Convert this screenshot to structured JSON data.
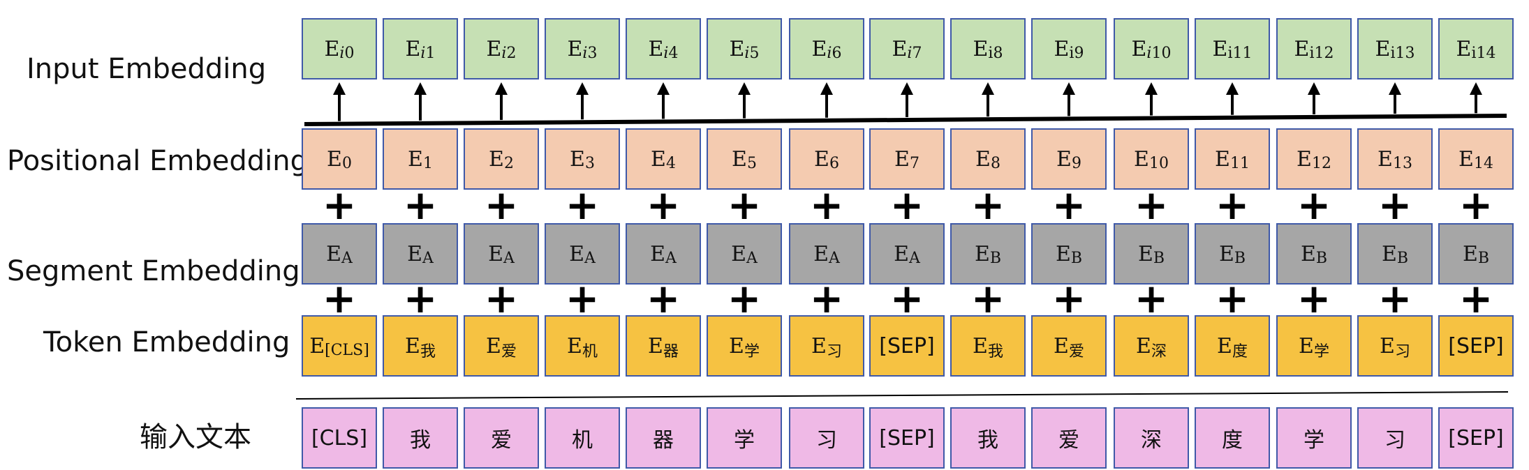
{
  "rows": {
    "input_embedding": {
      "label": "Input Embedding",
      "fill": "#c6e0b4",
      "cells": [
        {
          "base": "E",
          "sub": "i0",
          "italic_i": true
        },
        {
          "base": "E",
          "sub": "i1",
          "italic_i": true
        },
        {
          "base": "E",
          "sub": "i2",
          "italic_i": true
        },
        {
          "base": "E",
          "sub": "i3",
          "italic_i": true
        },
        {
          "base": "E",
          "sub": "i4",
          "italic_i": true
        },
        {
          "base": "E",
          "sub": "i5",
          "italic_i": true
        },
        {
          "base": "E",
          "sub": "i6",
          "italic_i": true
        },
        {
          "base": "E",
          "sub": "i7",
          "italic_i": true
        },
        {
          "base": "E",
          "sub": "i8",
          "italic_i": false
        },
        {
          "base": "E",
          "sub": "i9",
          "italic_i": false
        },
        {
          "base": "E",
          "sub": "i10",
          "italic_i": true
        },
        {
          "base": "E",
          "sub": "i11",
          "italic_i": false
        },
        {
          "base": "E",
          "sub": "i12",
          "italic_i": false
        },
        {
          "base": "E",
          "sub": "i13",
          "italic_i": false
        },
        {
          "base": "E",
          "sub": "i14",
          "italic_i": false
        }
      ]
    },
    "positional_embedding": {
      "label": "Positional Embedding",
      "fill": "#f4cbb0",
      "cells": [
        {
          "base": "E",
          "sub": "0"
        },
        {
          "base": "E",
          "sub": "1"
        },
        {
          "base": "E",
          "sub": "2"
        },
        {
          "base": "E",
          "sub": "3"
        },
        {
          "base": "E",
          "sub": "4"
        },
        {
          "base": "E",
          "sub": "5"
        },
        {
          "base": "E",
          "sub": "6"
        },
        {
          "base": "E",
          "sub": "7"
        },
        {
          "base": "E",
          "sub": "8"
        },
        {
          "base": "E",
          "sub": "9"
        },
        {
          "base": "E",
          "sub": "10"
        },
        {
          "base": "E",
          "sub": "11"
        },
        {
          "base": "E",
          "sub": "12"
        },
        {
          "base": "E",
          "sub": "13"
        },
        {
          "base": "E",
          "sub": "14"
        }
      ]
    },
    "segment_embedding": {
      "label": "Segment Embedding",
      "fill": "#a6a6a6",
      "cells": [
        {
          "base": "E",
          "sub": "A"
        },
        {
          "base": "E",
          "sub": "A"
        },
        {
          "base": "E",
          "sub": "A"
        },
        {
          "base": "E",
          "sub": "A"
        },
        {
          "base": "E",
          "sub": "A"
        },
        {
          "base": "E",
          "sub": "A"
        },
        {
          "base": "E",
          "sub": "A"
        },
        {
          "base": "E",
          "sub": "A"
        },
        {
          "base": "E",
          "sub": "B"
        },
        {
          "base": "E",
          "sub": "B"
        },
        {
          "base": "E",
          "sub": "B"
        },
        {
          "base": "E",
          "sub": "B"
        },
        {
          "base": "E",
          "sub": "B"
        },
        {
          "base": "E",
          "sub": "B"
        },
        {
          "base": "E",
          "sub": "B"
        }
      ]
    },
    "token_embedding": {
      "label": "Token Embedding",
      "fill": "#f6c242",
      "cells": [
        {
          "base": "E",
          "sub": "[CLS]"
        },
        {
          "base": "E",
          "sub": "我"
        },
        {
          "base": "E",
          "sub": "爱"
        },
        {
          "base": "E",
          "sub": "机"
        },
        {
          "base": "E",
          "sub": "器"
        },
        {
          "base": "E",
          "sub": "学"
        },
        {
          "base": "E",
          "sub": "习"
        },
        {
          "base": "[SEP]",
          "sub": ""
        },
        {
          "base": "E",
          "sub": "我"
        },
        {
          "base": "E",
          "sub": "爱"
        },
        {
          "base": "E",
          "sub": "深"
        },
        {
          "base": "E",
          "sub": "度"
        },
        {
          "base": "E",
          "sub": "学"
        },
        {
          "base": "E",
          "sub": "习"
        },
        {
          "base": "[SEP]",
          "sub": ""
        }
      ]
    },
    "input_text": {
      "label": "输入文本",
      "fill": "#efb9e6",
      "cells": [
        {
          "base": "[CLS]",
          "sub": ""
        },
        {
          "base": "我",
          "sub": ""
        },
        {
          "base": "爱",
          "sub": ""
        },
        {
          "base": "机",
          "sub": ""
        },
        {
          "base": "器",
          "sub": ""
        },
        {
          "base": "学",
          "sub": ""
        },
        {
          "base": "习",
          "sub": ""
        },
        {
          "base": "[SEP]",
          "sub": ""
        },
        {
          "base": "我",
          "sub": ""
        },
        {
          "base": "爱",
          "sub": ""
        },
        {
          "base": "深",
          "sub": ""
        },
        {
          "base": "度",
          "sub": ""
        },
        {
          "base": "学",
          "sub": ""
        },
        {
          "base": "习",
          "sub": ""
        },
        {
          "base": "[SEP]",
          "sub": ""
        }
      ]
    }
  },
  "colors": {
    "border": "#3f59a8",
    "ink": "#000000"
  }
}
